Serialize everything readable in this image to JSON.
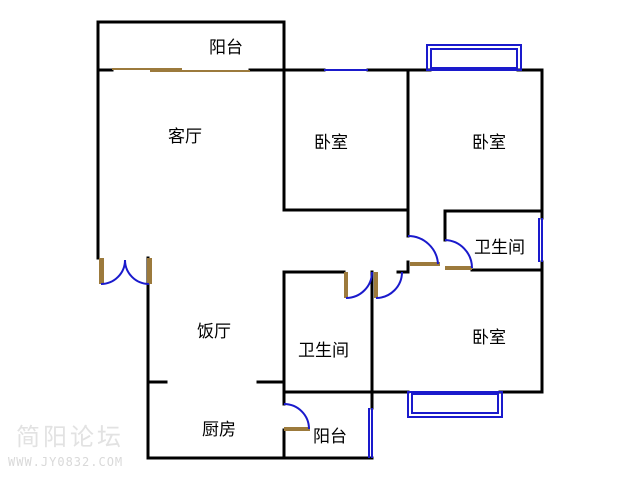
{
  "rooms": {
    "balcony_top": "阳台",
    "living_room": "客厅",
    "bedroom_middle": "卧室",
    "bedroom_right": "卧室",
    "bathroom_right": "卫生间",
    "dining_room": "饭厅",
    "bathroom_center": "卫生间",
    "bedroom_lower": "卧室",
    "kitchen": "厨房",
    "balcony_bottom": "阳台"
  },
  "watermark": {
    "title": "简阳论坛",
    "url": "WWW.JY0832.COM"
  },
  "colors": {
    "wall": "#000000",
    "window": "#1a1acc",
    "door": "#9c7a3c",
    "door_swing": "#1a1acc",
    "background": "#ffffff"
  }
}
